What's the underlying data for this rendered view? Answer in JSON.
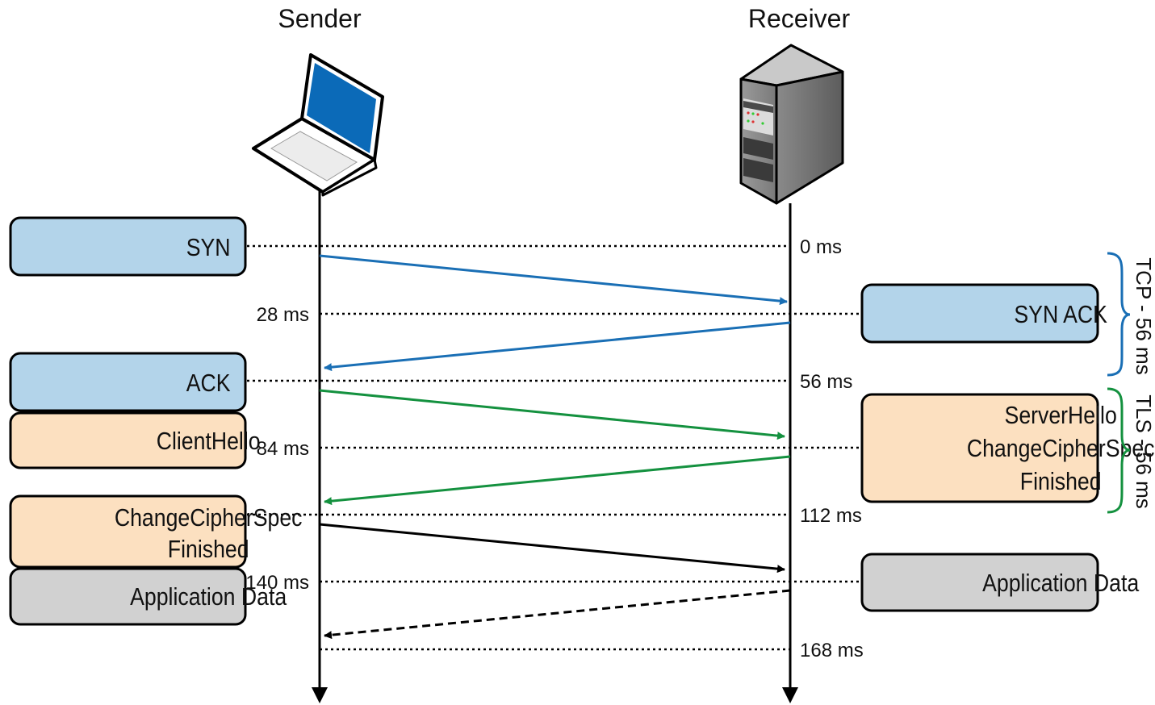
{
  "participants": {
    "sender": "Sender",
    "receiver": "Receiver"
  },
  "timeline": [
    {
      "key": "t0",
      "label": "0 ms"
    },
    {
      "key": "t28",
      "label": "28 ms"
    },
    {
      "key": "t56",
      "label": "56 ms"
    },
    {
      "key": "t84",
      "label": "84 ms"
    },
    {
      "key": "t112",
      "label": "112 ms"
    },
    {
      "key": "t140",
      "label": "140 ms"
    },
    {
      "key": "t168",
      "label": "168 ms"
    }
  ],
  "sender_messages": {
    "syn": "SYN",
    "ack": "ACK",
    "client_hello": "ClientHello",
    "ccs_line1": "ChangeCipherSpec",
    "ccs_line2": "Finished",
    "app_data": "Application Data"
  },
  "receiver_messages": {
    "syn_ack": "SYN ACK",
    "server_hello": "ServerHello",
    "server_ccs": "ChangeCipherSpec",
    "server_finished": "Finished",
    "app_data": "Application Data"
  },
  "phases": {
    "tcp": "TCP - 56 ms",
    "tls": "TLS - 56 ms"
  },
  "colors": {
    "tcp_arrow": "#1a6fb5",
    "tls_arrow": "#14913f",
    "data_arrow": "#000000",
    "blue_box": "#b3d4ea",
    "orange_box": "#fce0c0",
    "gray_box": "#d1d1d1"
  },
  "icons": {
    "sender": "laptop-icon",
    "receiver": "server-icon"
  }
}
